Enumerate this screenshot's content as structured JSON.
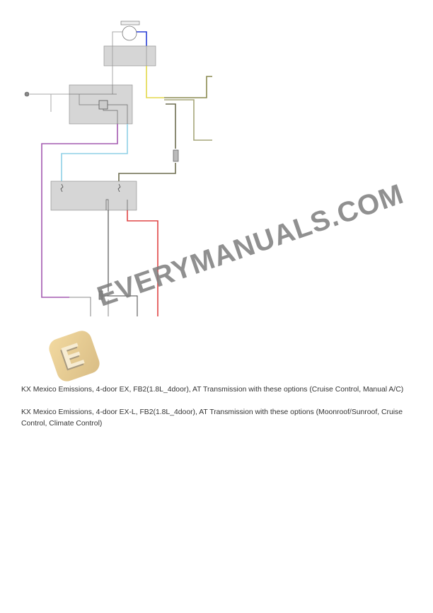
{
  "captions": [
    "KX Mexico Emissions, 4-door EX, FB2(1.8L_4door), AT Transmission with these options (Cruise Control, Manual A/C)",
    "KX Mexico Emissions, 4-door EX-L, FB2(1.8L_4door), AT Transmission with these options (Moonroof/Sunroof, Cruise Control, Climate Control)"
  ],
  "watermark": {
    "text": "EVERYMANUALS.COM",
    "logo_letter": "E"
  },
  "colors": {
    "purple": "#a45ab0",
    "cyan": "#8fd0e6",
    "yellow": "#e3d84a",
    "blue": "#2a3fd6",
    "red": "#e04545",
    "olive": "#8a8a62",
    "box": "#d6d6d6"
  }
}
